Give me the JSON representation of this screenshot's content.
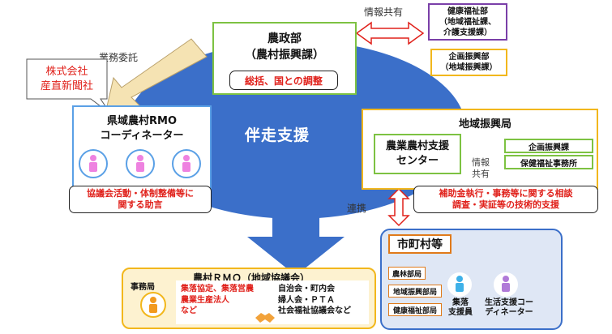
{
  "ministry": {
    "title": "農政部",
    "subtitle": "（農村振興課）",
    "role": "総括、国との調整"
  },
  "info_share_top": "情報共有",
  "health_dept": {
    "line1": "健康福祉部",
    "line2": "（地域福祉課、",
    "line3": "介護支援課）"
  },
  "planning_dept": {
    "line1": "企画振興部",
    "line2": "（地域振興課）"
  },
  "outsourcing": "業務委託",
  "company": {
    "line1": "株式会社",
    "line2": "産直新聞社"
  },
  "coordinator_box": {
    "title1": "県域農村RMO",
    "title2": "コーディネーター",
    "role1": "協議会活動・体制整備等に",
    "role2": "関する助言"
  },
  "center_label": "伴走支援",
  "regional_bureau": {
    "title": "地域振興局",
    "center1": "農業農村支援",
    "center2": "センター",
    "info1": "情報",
    "info2": "共有",
    "office1": "企画振興課",
    "office2": "保健福祉事務所",
    "role1": "補助金執行・事務等に関する相談",
    "role2": "調査・実証等の技術的支援"
  },
  "cooperation": "連携",
  "municipality": {
    "title": "市町村等",
    "dept1": "農林部局",
    "dept2": "地域振興部局",
    "dept3": "健康福祉部局",
    "staff1_1": "集落",
    "staff1_2": "支援員",
    "staff2_1": "生活支援コー",
    "staff2_2": "ディネーター"
  },
  "rmo": {
    "title": "農村ＲＭＯ（地域協議会）",
    "secretariat": "事務局",
    "members1_1": "集落協定、集落営農",
    "members1_2": "農業生産法人",
    "members1_3": "など",
    "members2_1": "自治会・町内会",
    "members2_2": "婦人会・ＰＴＡ",
    "members2_3": "社会福祉協議会など"
  },
  "colors": {
    "green": "#7dc242",
    "purple": "#7a3fa8",
    "yellow": "#f2b71c",
    "blue": "#3b6fc9",
    "red": "#e0201a",
    "lightblue": "#dfe7f5",
    "cream": "#fdf2d0"
  }
}
